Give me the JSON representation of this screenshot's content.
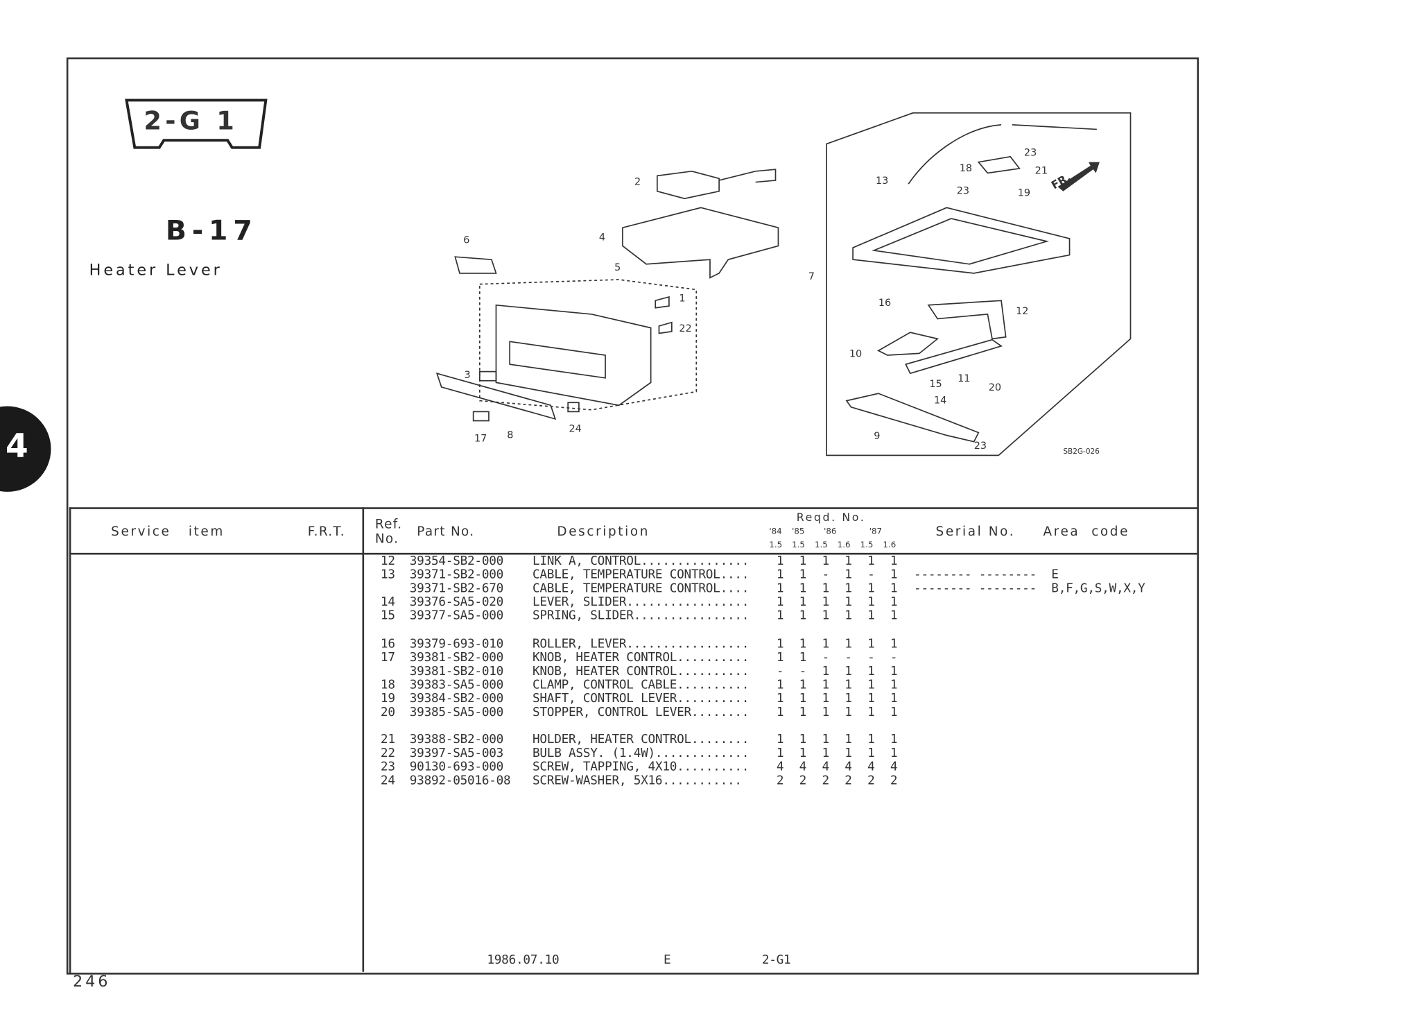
{
  "badge": "2-G 1",
  "section": {
    "code": "B-17",
    "title": "Heater Lever"
  },
  "side_tab": "4",
  "diagram": {
    "callouts": [
      "2",
      "4",
      "6",
      "5",
      "1",
      "22",
      "3",
      "17",
      "8",
      "24",
      "23",
      "18",
      "21",
      "13",
      "23",
      "19",
      "7",
      "16",
      "12",
      "10",
      "11",
      "20",
      "15",
      "14",
      "9",
      "23"
    ],
    "direction_label": "FR.",
    "drawing_code": "SB2G-026"
  },
  "table": {
    "headers": {
      "service_item": "Service   item",
      "frt": "F.R.T.",
      "ref_no_1": "Ref.",
      "ref_no_2": "No.",
      "part_no": "Part No.",
      "description": "Description",
      "reqd_no": "Reqd. No.",
      "years": [
        "'84",
        "'85",
        "'86",
        "'87"
      ],
      "engines": [
        "1.5",
        "1.5",
        "1.5",
        "1.6",
        "1.5",
        "1.6"
      ],
      "serial_no": "Serial No.",
      "area_code": "Area  code"
    },
    "groups": [
      {
        "rows": [
          {
            "ref": "12",
            "part_no": "39354-SB2-000",
            "description": "LINK A, CONTROL...............",
            "qty": [
              "1",
              "1",
              "1",
              "1",
              "1",
              "1"
            ],
            "serial": "",
            "area": ""
          },
          {
            "ref": "13",
            "part_no": "39371-SB2-000",
            "description": "CABLE, TEMPERATURE CONTROL....",
            "qty": [
              "1",
              "1",
              "-",
              "1",
              "-",
              "1"
            ],
            "serial": "-------- --------",
            "area": "E"
          },
          {
            "ref": "",
            "part_no": "39371-SB2-670",
            "description": "CABLE, TEMPERATURE CONTROL....",
            "qty": [
              "1",
              "1",
              "1",
              "1",
              "1",
              "1"
            ],
            "serial": "-------- --------",
            "area": "B,F,G,S,W,X,Y"
          },
          {
            "ref": "14",
            "part_no": "39376-SA5-020",
            "description": "LEVER, SLIDER.................",
            "qty": [
              "1",
              "1",
              "1",
              "1",
              "1",
              "1"
            ],
            "serial": "",
            "area": ""
          },
          {
            "ref": "15",
            "part_no": "39377-SA5-000",
            "description": "SPRING, SLIDER................",
            "qty": [
              "1",
              "1",
              "1",
              "1",
              "1",
              "1"
            ],
            "serial": "",
            "area": ""
          }
        ]
      },
      {
        "rows": [
          {
            "ref": "16",
            "part_no": "39379-693-010",
            "description": "ROLLER, LEVER.................",
            "qty": [
              "1",
              "1",
              "1",
              "1",
              "1",
              "1"
            ],
            "serial": "",
            "area": ""
          },
          {
            "ref": "17",
            "part_no": "39381-SB2-000",
            "description": "KNOB, HEATER CONTROL..........",
            "qty": [
              "1",
              "1",
              "-",
              "-",
              "-",
              "-"
            ],
            "serial": "",
            "area": ""
          },
          {
            "ref": "",
            "part_no": "39381-SB2-010",
            "description": "KNOB, HEATER CONTROL..........",
            "qty": [
              "-",
              "-",
              "1",
              "1",
              "1",
              "1"
            ],
            "serial": "",
            "area": ""
          },
          {
            "ref": "18",
            "part_no": "39383-SA5-000",
            "description": "CLAMP, CONTROL CABLE..........",
            "qty": [
              "1",
              "1",
              "1",
              "1",
              "1",
              "1"
            ],
            "serial": "",
            "area": ""
          },
          {
            "ref": "19",
            "part_no": "39384-SB2-000",
            "description": "SHAFT, CONTROL LEVER..........",
            "qty": [
              "1",
              "1",
              "1",
              "1",
              "1",
              "1"
            ],
            "serial": "",
            "area": ""
          },
          {
            "ref": "20",
            "part_no": "39385-SA5-000",
            "description": "STOPPER, CONTROL LEVER........",
            "qty": [
              "1",
              "1",
              "1",
              "1",
              "1",
              "1"
            ],
            "serial": "",
            "area": ""
          }
        ]
      },
      {
        "rows": [
          {
            "ref": "21",
            "part_no": "39388-SB2-000",
            "description": "HOLDER, HEATER CONTROL........",
            "qty": [
              "1",
              "1",
              "1",
              "1",
              "1",
              "1"
            ],
            "serial": "",
            "area": ""
          },
          {
            "ref": "22",
            "part_no": "39397-SA5-003",
            "description": "BULB ASSY. (1.4W).............",
            "qty": [
              "1",
              "1",
              "1",
              "1",
              "1",
              "1"
            ],
            "serial": "",
            "area": ""
          },
          {
            "ref": "23",
            "part_no": "90130-693-000",
            "description": "SCREW, TAPPING, 4X10..........",
            "qty": [
              "4",
              "4",
              "4",
              "4",
              "4",
              "4"
            ],
            "serial": "",
            "area": ""
          },
          {
            "ref": "24",
            "part_no": "93892-05016-08",
            "description": "SCREW-WASHER, 5X16...........",
            "qty": [
              "2",
              "2",
              "2",
              "2",
              "2",
              "2"
            ],
            "serial": "",
            "area": ""
          }
        ]
      }
    ]
  },
  "footer": {
    "date": "1986.07.10",
    "language": "E",
    "code": "2-G1"
  },
  "page_number": "246"
}
